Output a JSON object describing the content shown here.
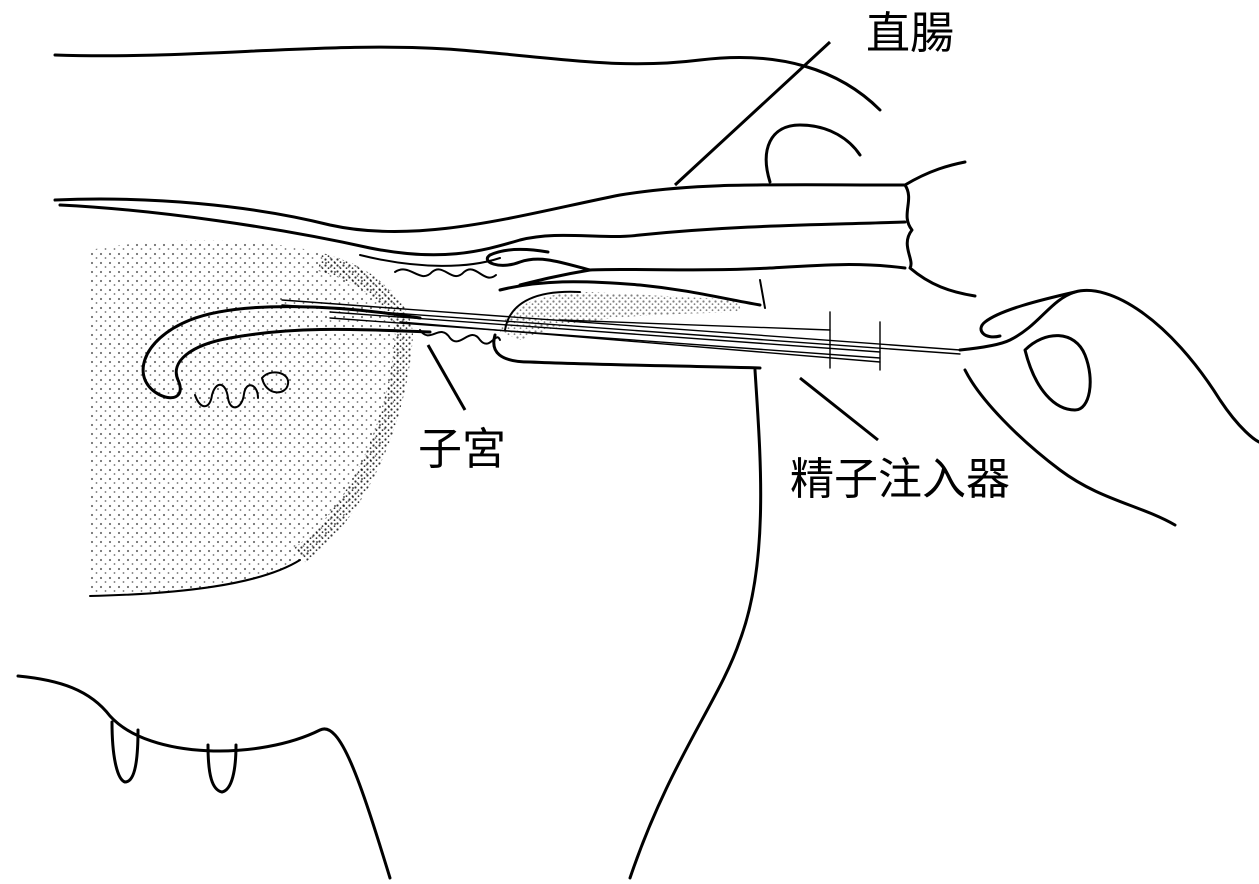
{
  "diagram": {
    "labels": {
      "rectum": "直腸",
      "uterus": "子宮",
      "injector": "精子注入器"
    },
    "colors": {
      "ink": "#000000",
      "background": "#ffffff"
    },
    "icon_names": [
      "cow-body-outline",
      "rectum",
      "uterus",
      "sperm-injector",
      "hand",
      "arm"
    ]
  }
}
